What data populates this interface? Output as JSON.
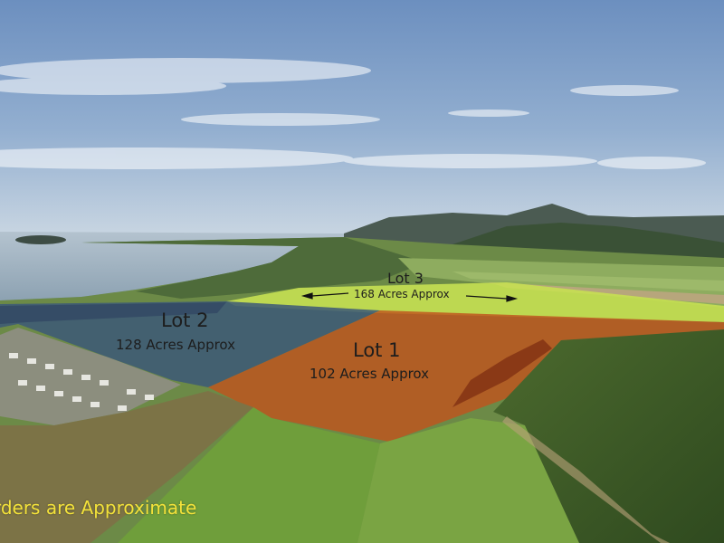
{
  "lots": [
    {
      "title": "Lot 1",
      "area": "102 Acres Approx",
      "fill": "#c0541d"
    },
    {
      "title": "Lot 2",
      "area": "128 Acres Approx",
      "fill": "#3a5775"
    },
    {
      "title": "Lot 3",
      "area": "168 Acres Approx",
      "fill": "#d4ea5b"
    }
  ],
  "disclaimer": "Borders are Approximate",
  "colors": {
    "sky": "#6f93c2",
    "sea": "#a8b9c6",
    "mountains": "#3b4c3f",
    "disclaimer_text": "#f3e23a"
  }
}
